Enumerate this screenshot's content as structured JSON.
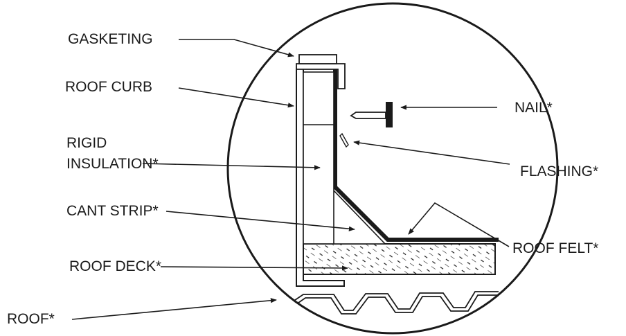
{
  "labels": {
    "gasketing": "GASKETING",
    "roof_curb": "ROOF CURB",
    "rigid_line1": "RIGID",
    "rigid_line2": "INSULATION*",
    "cant_strip": "CANT STRIP*",
    "roof_deck": "ROOF DECK*",
    "roof": "ROOF*",
    "nail": "NAIL*",
    "flashing": "FLASHING*",
    "roof_felt": "ROOF FELT*"
  },
  "colors": {
    "ink": "#1a1a1a",
    "background": "#ffffff"
  }
}
